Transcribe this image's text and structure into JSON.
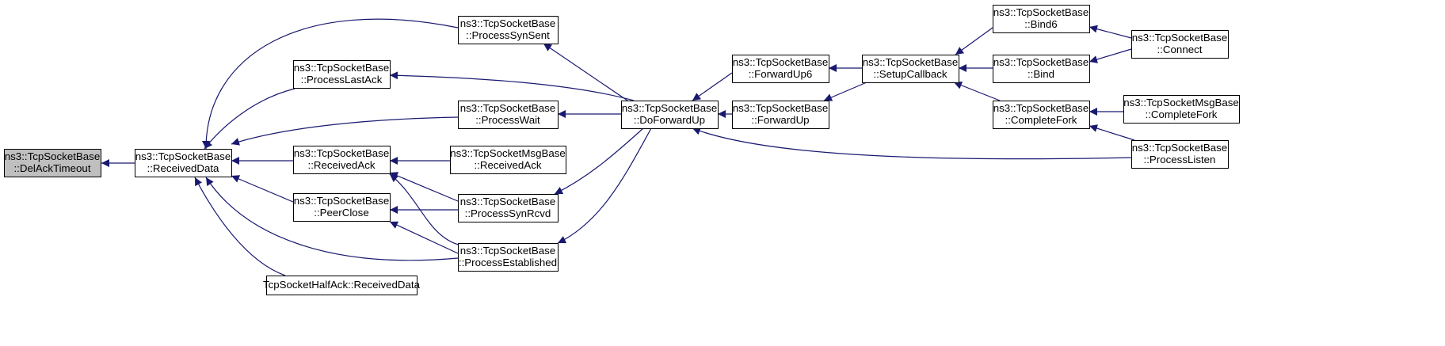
{
  "diagram": {
    "type": "call-graph",
    "colors": {
      "edge": "#191970",
      "node_fill": "#ffffff",
      "root_fill": "#bfbfbf",
      "node_border": "#000000"
    },
    "nodes": [
      {
        "id": "delack",
        "lines": [
          "ns3::TcpSocketBase",
          "::DelAckTimeout"
        ],
        "root": true
      },
      {
        "id": "received_data",
        "lines": [
          "ns3::TcpSocketBase",
          "::ReceivedData"
        ]
      },
      {
        "id": "process_syn_sent",
        "lines": [
          "ns3::TcpSocketBase",
          "::ProcessSynSent"
        ]
      },
      {
        "id": "process_last_ack",
        "lines": [
          "ns3::TcpSocketBase",
          "::ProcessLastAck"
        ]
      },
      {
        "id": "process_wait",
        "lines": [
          "ns3::TcpSocketBase",
          "::ProcessWait"
        ]
      },
      {
        "id": "received_ack",
        "lines": [
          "ns3::TcpSocketBase",
          "::ReceivedAck"
        ]
      },
      {
        "id": "msg_received_ack",
        "lines": [
          "ns3::TcpSocketMsgBase",
          "::ReceivedAck"
        ]
      },
      {
        "id": "peer_close",
        "lines": [
          "ns3::TcpSocketBase",
          "::PeerClose"
        ]
      },
      {
        "id": "process_syn_rcvd",
        "lines": [
          "ns3::TcpSocketBase",
          "::ProcessSynRcvd"
        ]
      },
      {
        "id": "process_established",
        "lines": [
          "ns3::TcpSocketBase",
          "::ProcessEstablished"
        ]
      },
      {
        "id": "half_ack",
        "lines": [
          "TcpSocketHalfAck::ReceivedData"
        ]
      },
      {
        "id": "do_forward_up",
        "lines": [
          "ns3::TcpSocketBase",
          "::DoForwardUp"
        ]
      },
      {
        "id": "forward_up6",
        "lines": [
          "ns3::TcpSocketBase",
          "::ForwardUp6"
        ]
      },
      {
        "id": "forward_up",
        "lines": [
          "ns3::TcpSocketBase",
          "::ForwardUp"
        ]
      },
      {
        "id": "setup_callback",
        "lines": [
          "ns3::TcpSocketBase",
          "::SetupCallback"
        ]
      },
      {
        "id": "bind6",
        "lines": [
          "ns3::TcpSocketBase",
          "::Bind6"
        ]
      },
      {
        "id": "bind",
        "lines": [
          "ns3::TcpSocketBase",
          "::Bind"
        ]
      },
      {
        "id": "complete_fork",
        "lines": [
          "ns3::TcpSocketBase",
          "::CompleteFork"
        ]
      },
      {
        "id": "connect",
        "lines": [
          "ns3::TcpSocketBase",
          "::Connect"
        ]
      },
      {
        "id": "msg_complete_fork",
        "lines": [
          "ns3::TcpSocketMsgBase",
          "::CompleteFork"
        ]
      },
      {
        "id": "process_listen",
        "lines": [
          "ns3::TcpSocketBase",
          "::ProcessListen"
        ]
      }
    ],
    "edges": [
      {
        "from": "received_data",
        "to": "delack"
      },
      {
        "from": "process_syn_sent",
        "to": "received_data"
      },
      {
        "from": "process_last_ack",
        "to": "received_data"
      },
      {
        "from": "process_wait",
        "to": "received_data"
      },
      {
        "from": "received_ack",
        "to": "received_data"
      },
      {
        "from": "peer_close",
        "to": "received_data"
      },
      {
        "from": "process_established",
        "to": "received_data"
      },
      {
        "from": "half_ack",
        "to": "received_data"
      },
      {
        "from": "msg_received_ack",
        "to": "received_ack"
      },
      {
        "from": "process_syn_rcvd",
        "to": "received_ack"
      },
      {
        "from": "process_established",
        "to": "received_ack"
      },
      {
        "from": "process_syn_rcvd",
        "to": "peer_close"
      },
      {
        "from": "process_established",
        "to": "peer_close"
      },
      {
        "from": "do_forward_up",
        "to": "process_syn_sent"
      },
      {
        "from": "do_forward_up",
        "to": "process_last_ack"
      },
      {
        "from": "do_forward_up",
        "to": "process_wait"
      },
      {
        "from": "do_forward_up",
        "to": "process_syn_rcvd"
      },
      {
        "from": "do_forward_up",
        "to": "process_established"
      },
      {
        "from": "forward_up6",
        "to": "do_forward_up"
      },
      {
        "from": "forward_up",
        "to": "do_forward_up"
      },
      {
        "from": "process_listen",
        "to": "do_forward_up"
      },
      {
        "from": "setup_callback",
        "to": "forward_up6"
      },
      {
        "from": "setup_callback",
        "to": "forward_up"
      },
      {
        "from": "bind6",
        "to": "setup_callback"
      },
      {
        "from": "bind",
        "to": "setup_callback"
      },
      {
        "from": "complete_fork",
        "to": "setup_callback"
      },
      {
        "from": "connect",
        "to": "bind6"
      },
      {
        "from": "connect",
        "to": "bind"
      },
      {
        "from": "msg_complete_fork",
        "to": "complete_fork"
      },
      {
        "from": "process_listen",
        "to": "complete_fork"
      }
    ]
  }
}
